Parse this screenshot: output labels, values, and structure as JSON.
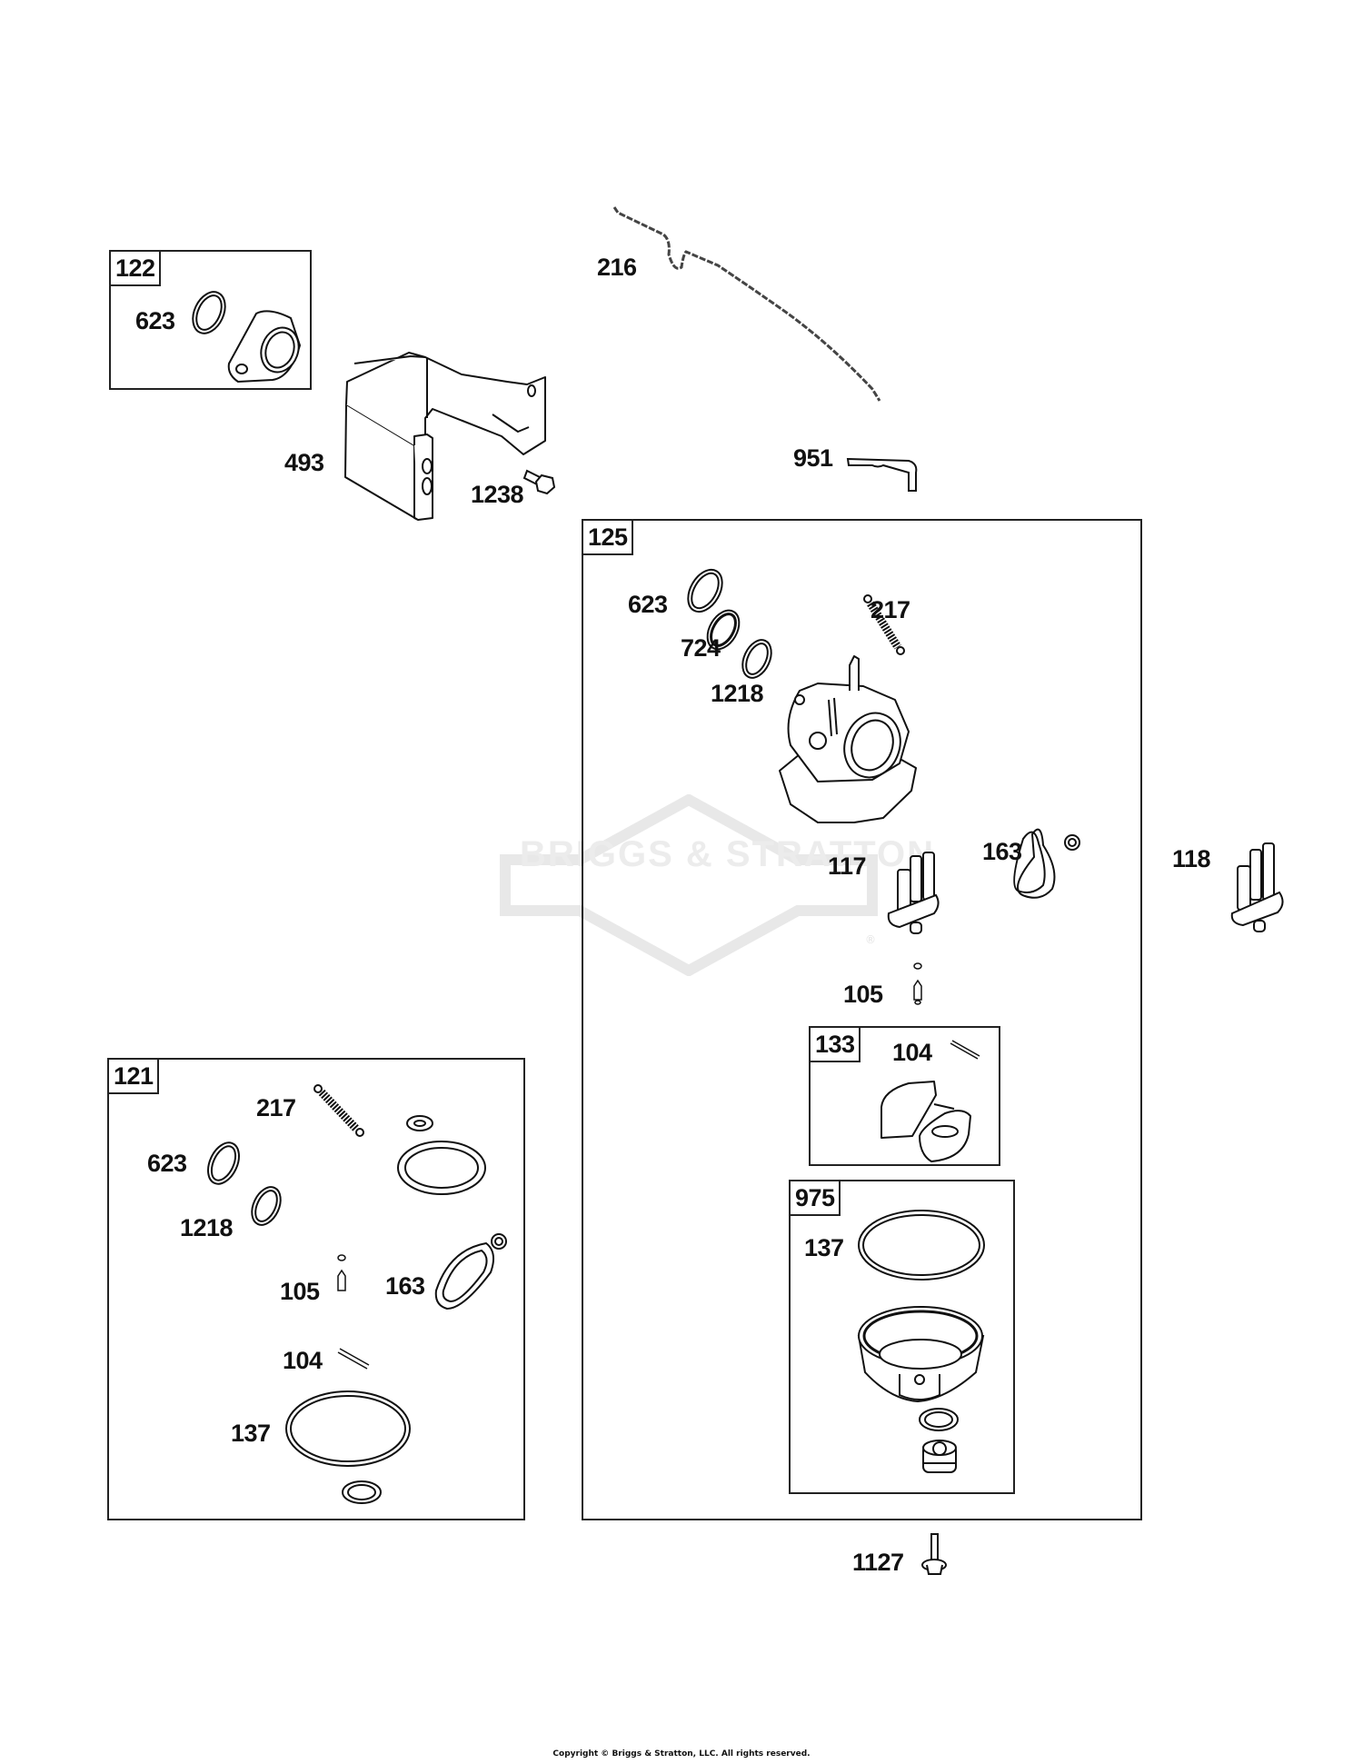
{
  "diagram": {
    "type": "exploded-parts-diagram",
    "watermark": "BRIGGS & STRATTON",
    "watermark_reg": "®",
    "copyright": "Copyright © Briggs & Stratton, LLC. All rights reserved.",
    "ink_color": "#111111",
    "watermark_color": "#e6e6e6"
  },
  "kits": {
    "kit_122": {
      "tag": "122",
      "parts": {
        "oring": "623"
      }
    },
    "kit_125": {
      "tag": "125",
      "parts": {
        "oring": "623",
        "seal": "724",
        "gasket_ring": "1218",
        "spring": "217",
        "valve": "117",
        "gasket": "163",
        "needle": "105"
      }
    },
    "kit_133": {
      "tag": "133",
      "parts": {
        "pin": "104"
      }
    },
    "kit_975": {
      "tag": "975",
      "parts": {
        "oring": "137"
      }
    },
    "kit_121": {
      "tag": "121",
      "parts": {
        "spring": "217",
        "oring": "623",
        "gasket_ring": "1218",
        "needle": "105",
        "gasket": "163",
        "pin": "104",
        "big_oring": "137"
      }
    }
  },
  "loose_parts": {
    "bracket": "493",
    "screw_bracket": "1238",
    "link": "216",
    "lever": "951",
    "fuel_valve": "118",
    "screw_bottom": "1127"
  }
}
